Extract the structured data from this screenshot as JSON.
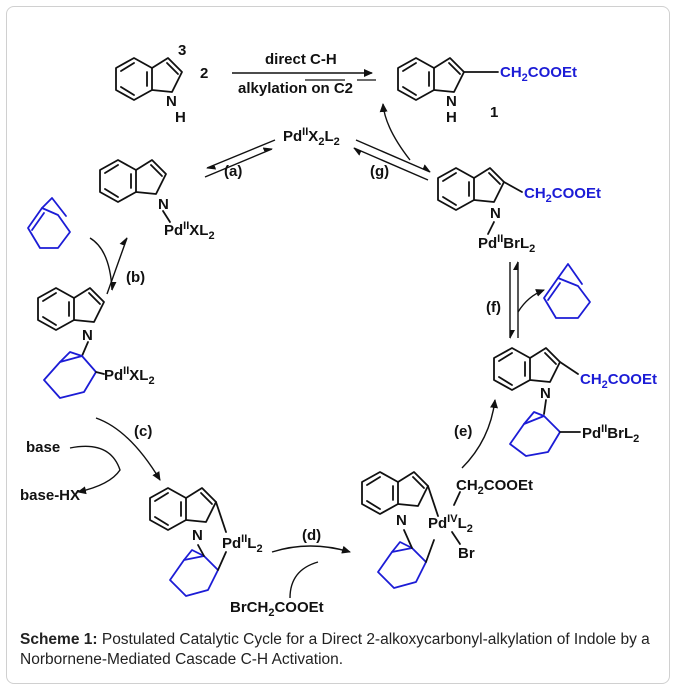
{
  "labels": {
    "n3": "3",
    "n2": "2",
    "nh_top": "N",
    "h_top": "H",
    "direct_ch": "direct C-H",
    "alkylation": "alkylation on C2",
    "prod_n": "N",
    "prod_h": "H",
    "prod_num": "1",
    "pd_center_main": "Pd",
    "pd_center_sup": "II",
    "pd_center_x2": "X",
    "pd_center_l2": "L",
    "sub2": "2",
    "step_a": "(a)",
    "step_b": "(b)",
    "step_c": "(c)",
    "step_d": "(d)",
    "step_e": "(e)",
    "step_f": "(f)",
    "step_g": "(g)",
    "ch2cooet_ch": "CH",
    "ch2cooet_rest": "COOEt",
    "n": "N",
    "pd": "Pd",
    "ii": "II",
    "iv": "IV",
    "xl2_x": "XL",
    "brl2": "BrL",
    "l2": "L",
    "br": "Br",
    "base": "base",
    "base_hx": "base-HX",
    "brch2": "BrCH",
    "brch2_rest": "COOEt"
  },
  "caption": {
    "label": "Scheme 1:",
    "text": " Postulated Catalytic Cycle for a Direct 2-alkoxycarbonyl-alkylation of Indole by a Norbornene-Mediated Cascade C-H Activation."
  },
  "colors": {
    "accent": "#1c1cd6",
    "ink": "#111111"
  }
}
